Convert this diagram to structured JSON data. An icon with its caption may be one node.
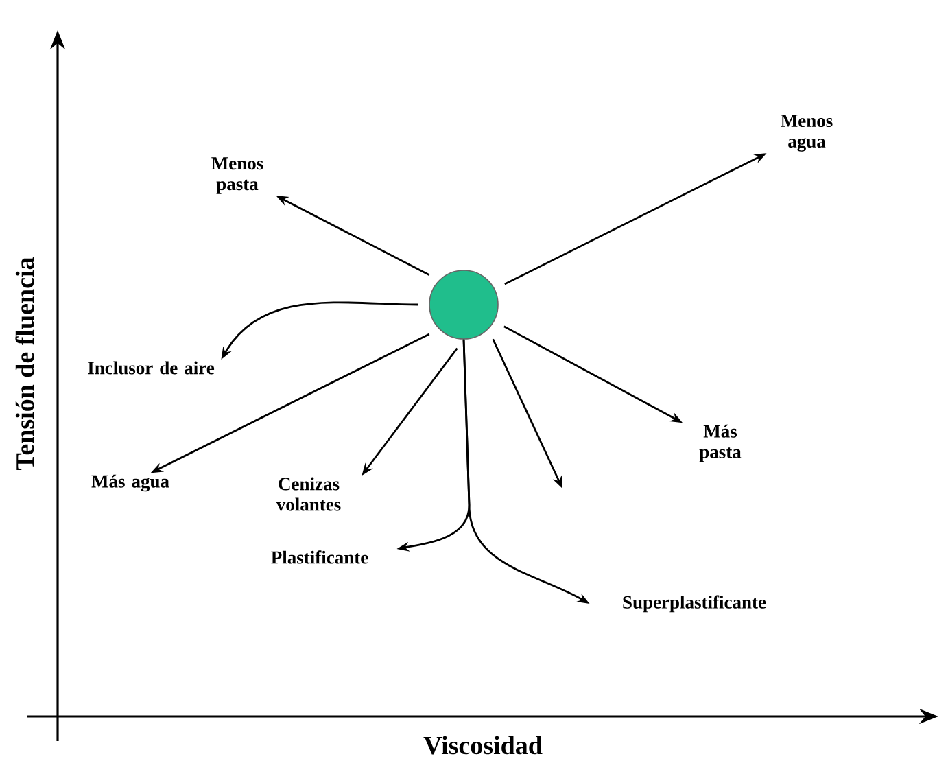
{
  "diagram": {
    "nodes": [
      {
        "text": [],
        "shape": "circle"
      },
      {
        "text": [
          "Menos pasta"
        ]
      },
      {
        "text": [
          "Menos agua"
        ]
      },
      {
        "text": [
          "Inclusor de aire"
        ]
      },
      {
        "text": [
          "Más agua"
        ]
      },
      {
        "text": [
          "Cenizas volantes"
        ]
      },
      {
        "text": [
          "Plastificante"
        ]
      },
      {
        "text": [
          "Superplastificante"
        ]
      },
      {
        "text": [
          "Más pasta"
        ]
      }
    ],
    "edges": [
      {
        "from": 0,
        "to": 1,
        "arrow": "to"
      },
      {
        "from": 0,
        "to": 2,
        "arrow": "to"
      },
      {
        "from": 0,
        "to": 3,
        "arrow": "to"
      },
      {
        "from": 0,
        "to": 4,
        "arrow": "to"
      },
      {
        "from": 0,
        "to": 5,
        "arrow": "to"
      },
      {
        "from": 0,
        "to": 6,
        "arrow": "to"
      },
      {
        "from": 0,
        "to": 7,
        "arrow": "to"
      },
      {
        "from": 0,
        "to": null,
        "arrow": "to"
      },
      {
        "from": 0,
        "to": 8,
        "arrow": "to"
      }
    ],
    "labels": [
      "Tensión de fluencia",
      "Viscosidad"
    ]
  }
}
